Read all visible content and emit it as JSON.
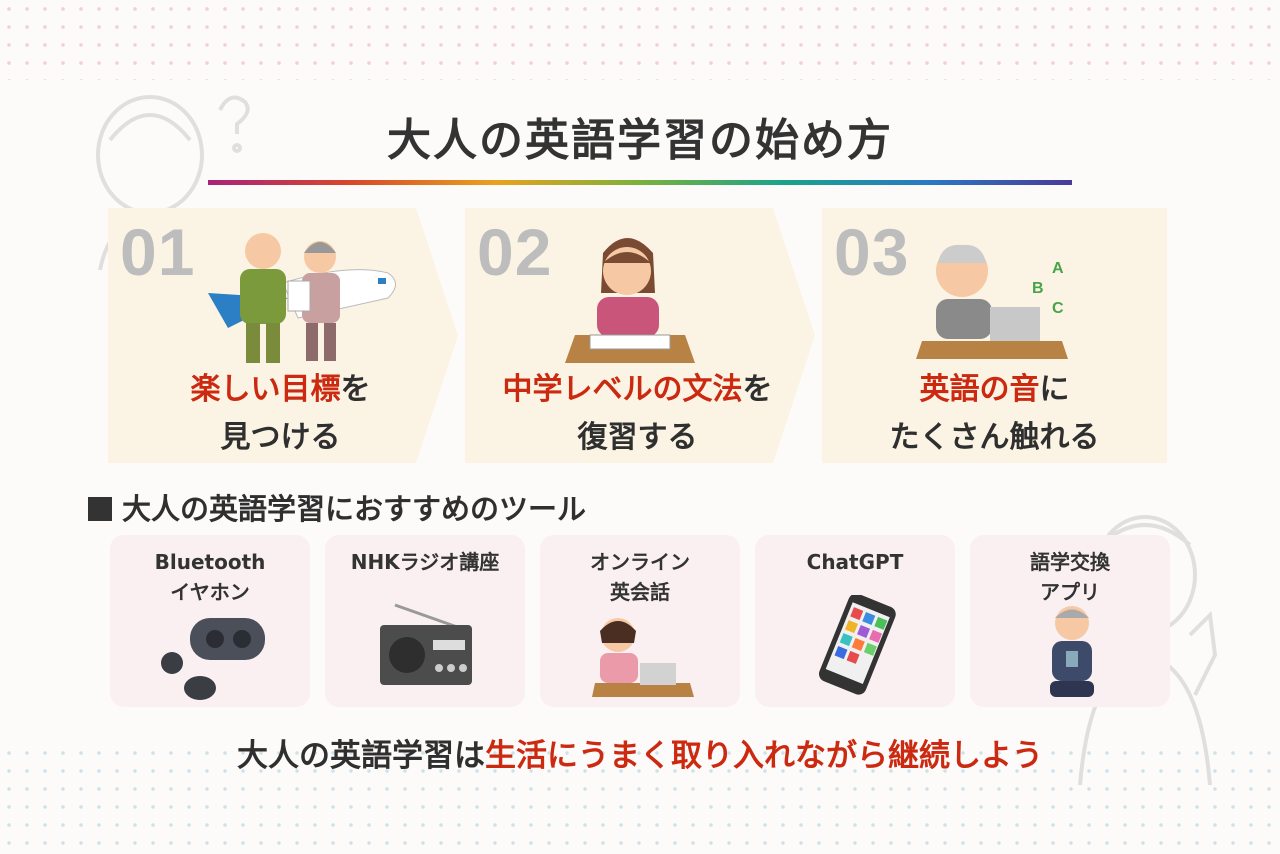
{
  "title": "大人の英語学習の始め方",
  "steps": [
    {
      "num": "01",
      "line1_red": "楽しい目標",
      "line1_rest": "を",
      "line2": "見つける"
    },
    {
      "num": "02",
      "line1_red": "中学レベルの文法",
      "line1_rest": "を",
      "line2": "復習する"
    },
    {
      "num": "03",
      "line1_red": "英語の音",
      "line1_rest": "に",
      "line2": "たくさん触れる"
    }
  ],
  "tools_heading": "大人の英語学習におすすめのツール",
  "tools": [
    {
      "line1": "Bluetooth",
      "line2": "イヤホン"
    },
    {
      "line1": "NHKラジオ講座",
      "line2": ""
    },
    {
      "line1": "オンライン",
      "line2": "英会話"
    },
    {
      "line1": "ChatGPT",
      "line2": ""
    },
    {
      "line1": "語学交換",
      "line2": "アプリ"
    }
  ],
  "footer": {
    "plain": "大人の英語学習は",
    "red": "生活にうまく取り入れながら継続しよう"
  },
  "colors": {
    "accent_red": "#cc2a10",
    "step_bg": "#fbf4e4",
    "tool_bg": "#faf0f1",
    "number_gray": "#bdbdbd"
  }
}
